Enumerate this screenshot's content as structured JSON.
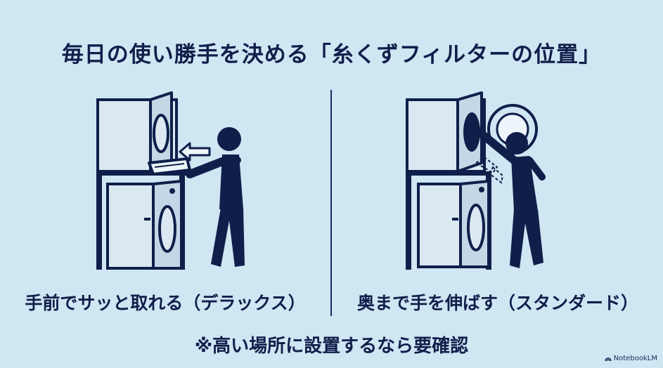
{
  "title": "毎日の使い勝手を決める「糸くずフィルターの位置」",
  "left": {
    "caption": "手前でサッと取れる（デラックス）"
  },
  "right": {
    "caption": "奥まで手を伸ばす（スタンダード）"
  },
  "note": "※高い場所に設置するなら要確認",
  "brand": {
    "name": "NotebookLM",
    "icon": "notebooklm-logo-icon"
  },
  "colors": {
    "background": "#cfe6f3",
    "ink": "#0f1f4a",
    "fill": "#dbe8f2"
  }
}
